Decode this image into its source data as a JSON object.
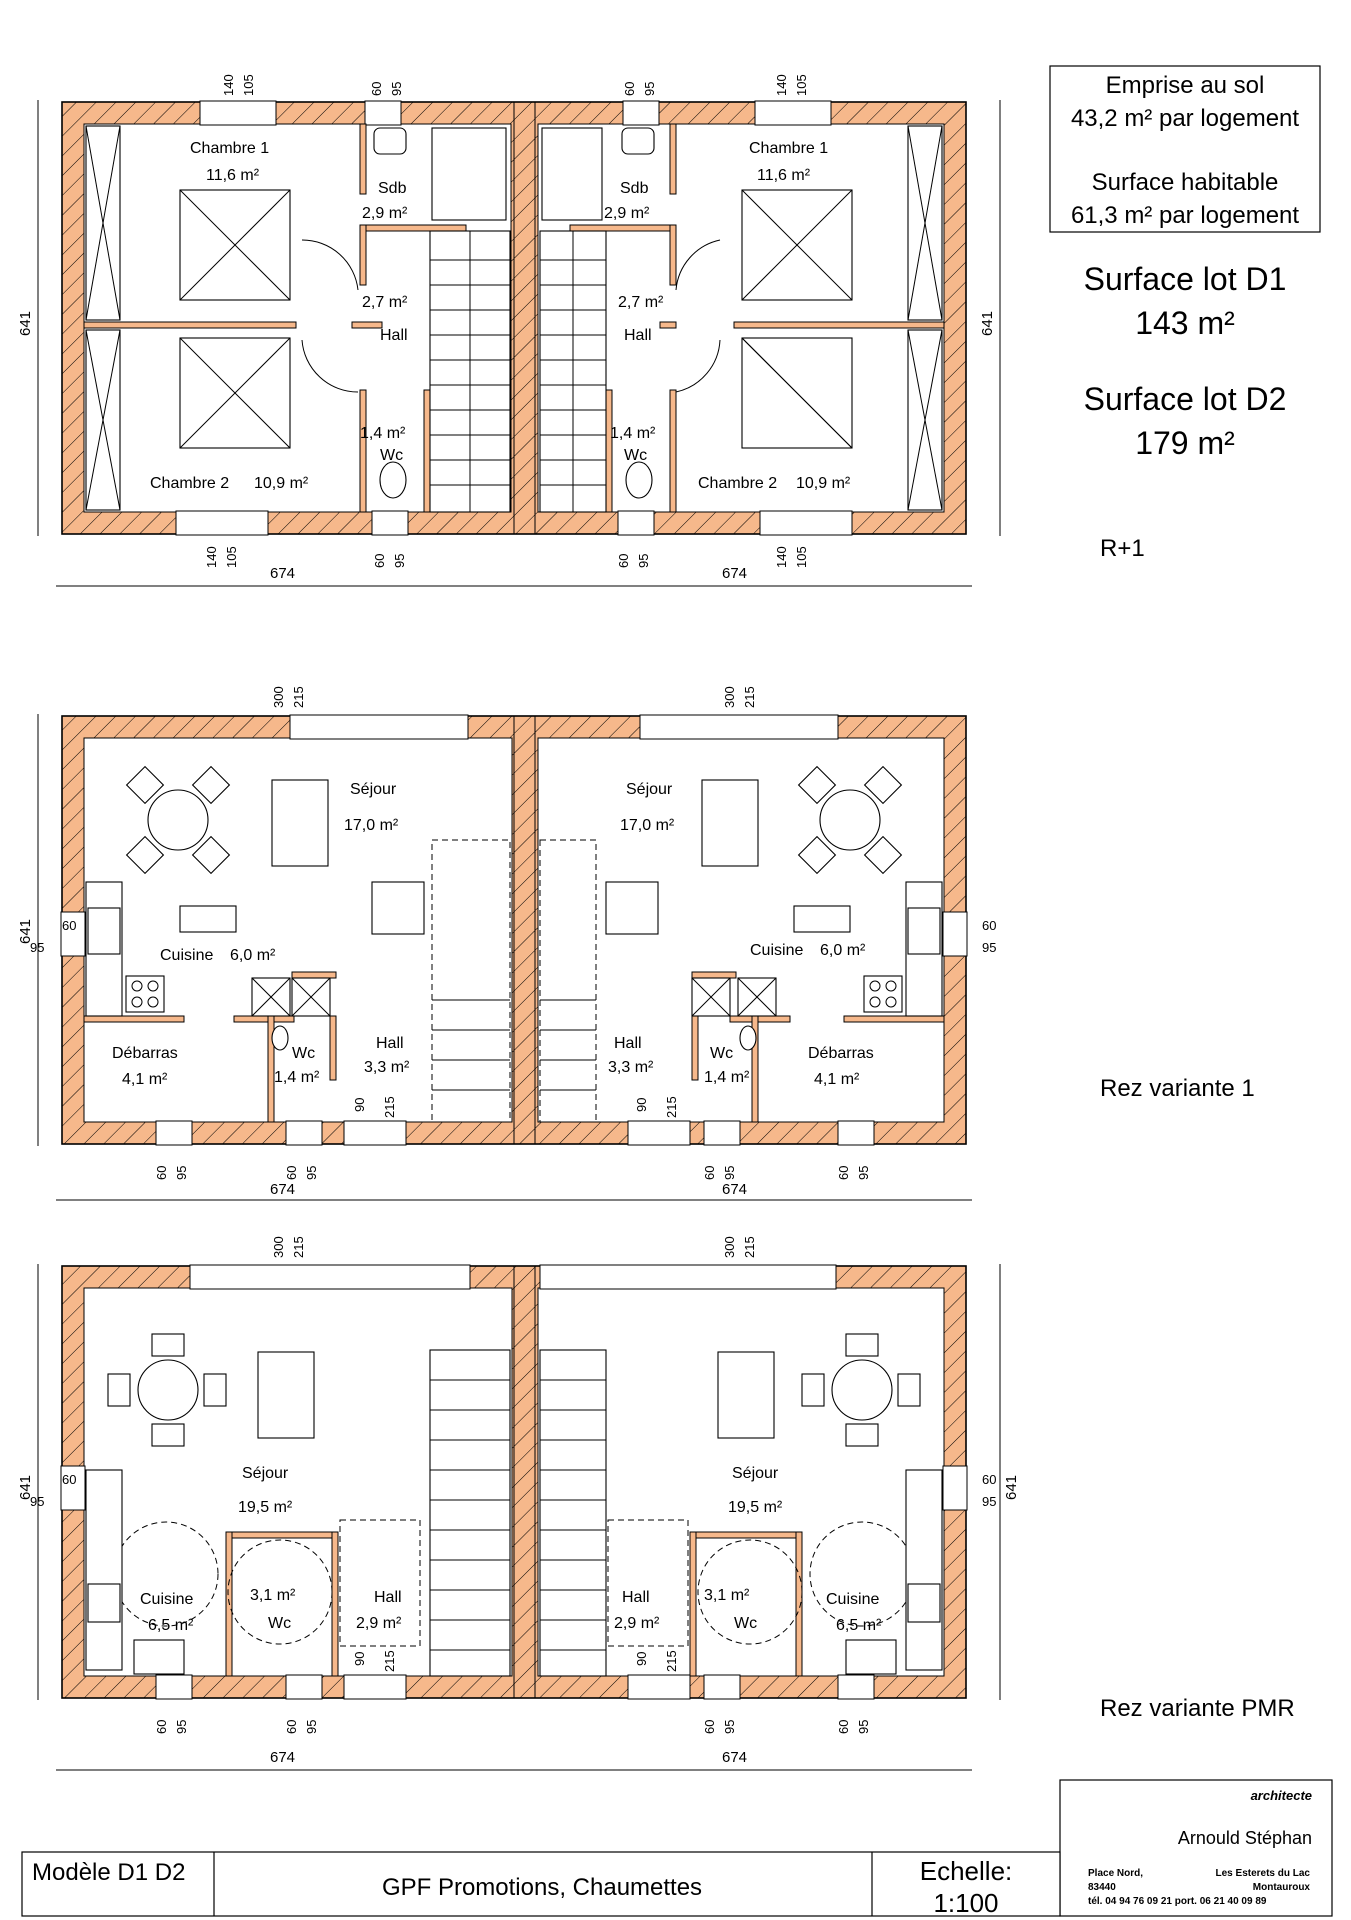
{
  "info_box": {
    "line1": "Emprise au sol",
    "line2": "43,2 m² par logement",
    "line3": "Surface habitable",
    "line4": "61,3 m² par logement"
  },
  "lots": {
    "d1_label": "Surface lot D1",
    "d1_value": "143 m²",
    "d2_label": "Surface lot D2",
    "d2_value": "179 m²"
  },
  "levels": {
    "upper": "R+1",
    "ground_v1": "Rez variante 1",
    "ground_pmr": "Rez variante PMR"
  },
  "upper_floor": {
    "chambre1": "Chambre 1",
    "chambre1_area": "11,6 m²",
    "chambre2": "Chambre 2",
    "chambre2_area": "10,9 m²",
    "sdb": "Sdb",
    "sdb_area": "2,9 m²",
    "hall": "Hall",
    "hall_area": "2,7 m²",
    "wc": "Wc",
    "wc_area": "1,4 m²"
  },
  "ground_v1": {
    "sejour": "Séjour",
    "sejour_area": "17,0 m²",
    "cuisine": "Cuisine",
    "cuisine_area": "6,0 m²",
    "debarras": "Débarras",
    "debarras_area": "4,1 m²",
    "wc": "Wc",
    "wc_area": "1,4 m²",
    "hall": "Hall",
    "hall_area": "3,3 m²"
  },
  "ground_pmr": {
    "sejour": "Séjour",
    "sejour_area": "19,5 m²",
    "cuisine": "Cuisine",
    "cuisine_area": "6,5 m²",
    "wc": "Wc",
    "wc_area": "3,1 m²",
    "hall": "Hall",
    "hall_area": "2,9 m²"
  },
  "dimensions": {
    "width": "674",
    "depth": "641",
    "win_140": "140",
    "win_105": "105",
    "win_60": "60",
    "win_95": "95",
    "bay_300": "300",
    "bay_215": "215",
    "door_90": "90",
    "door_215": "215"
  },
  "title_block": {
    "model": "Modèle D1  D2",
    "project": "GPF Promotions, Chaumettes",
    "scale_label": "Echelle:",
    "scale_value": "1:100",
    "role": "architecte",
    "architect": "Arnould Stéphan",
    "addr_left_1": "Place Nord,",
    "addr_left_2": "83440",
    "addr_right_1": "Les Esterets du Lac",
    "addr_right_2": "Montauroux",
    "phone": "tél. 04 94 76 09 21  port. 06 21 40 09 89"
  },
  "colors": {
    "wall": "#f6b88b",
    "line": "#000000",
    "background": "#ffffff"
  }
}
